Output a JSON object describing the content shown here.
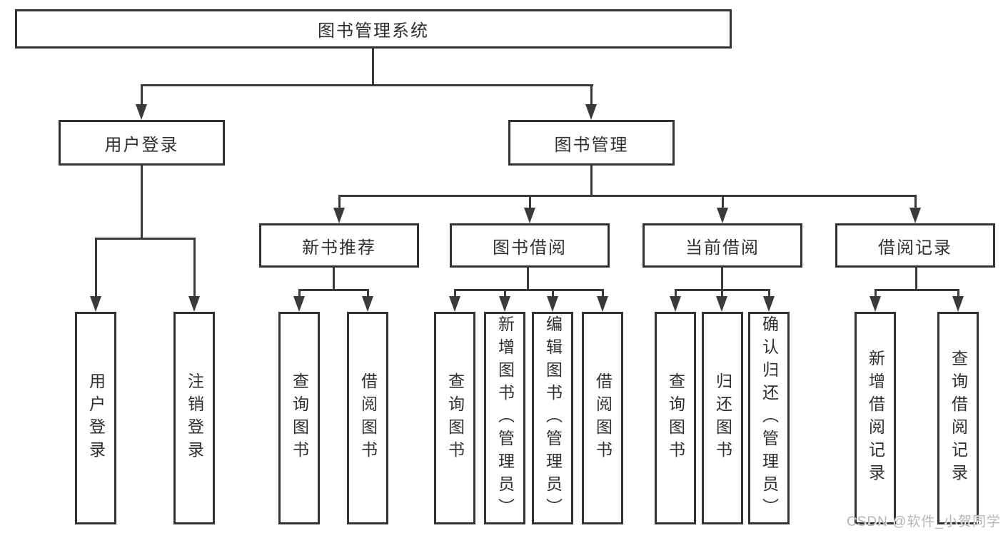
{
  "diagram": {
    "root": "图书管理系统",
    "level2": [
      "用户登录",
      "图书管理"
    ],
    "level3": [
      "新书推荐",
      "图书借阅",
      "当前借阅",
      "借阅记录"
    ],
    "leaves": {
      "user_login": [
        "用户登录",
        "注销登录"
      ],
      "new_book": [
        "查询图书",
        "借阅图书"
      ],
      "book_borrow": [
        "查询图书",
        "新增图书（管理员）",
        "编辑图书（管理员）",
        "借阅图书"
      ],
      "current_borrow": [
        "查询图书",
        "归还图书",
        "确认归还（管理员）"
      ],
      "borrow_record": [
        "新增借阅记录",
        "查询借阅记录"
      ]
    }
  },
  "watermark": {
    "text": "CSDN @软件_小贺同学"
  },
  "colors": {
    "line": "#3a3a3a",
    "border": "#333333",
    "text": "#2f2f2f",
    "background": "#ffffff",
    "watermark": "#b5b5b5"
  }
}
